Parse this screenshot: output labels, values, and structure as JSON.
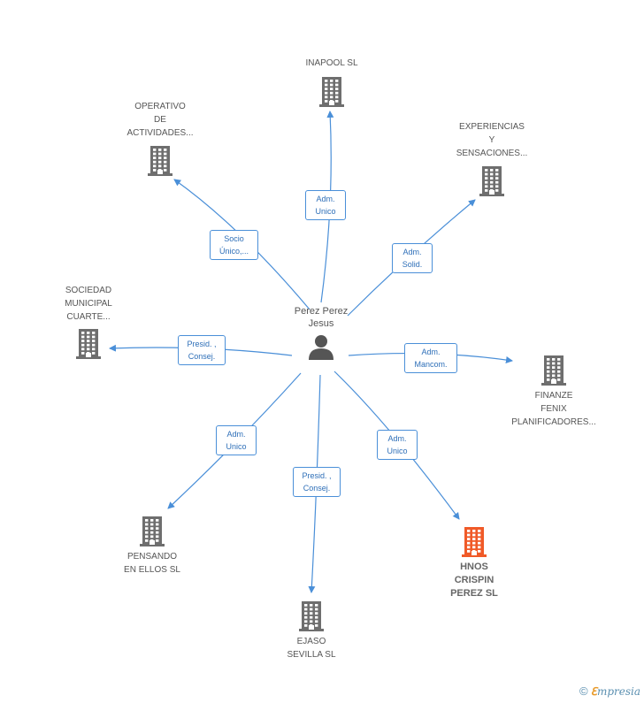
{
  "center": {
    "name": "Perez Perez\nJesus",
    "icon": "person-icon"
  },
  "companies": {
    "inapool": "INAPOOL  SL",
    "operativo": "OPERATIVO\nDE\nACTIVIDADES...",
    "experiencias": "EXPERIENCIAS\nY\nSENSACIONES...",
    "sociedad": "SOCIEDAD\nMUNICIPAL\nCUARTE...",
    "finanze": "FINANZE\nFENIX\nPLANIFICADORES...",
    "pensando": "PENSANDO\nEN ELLOS SL",
    "ejaso": "EJASO\nSEVILLA SL",
    "hnos": "HNOS\nCRISPIN\nPEREZ SL"
  },
  "roles": {
    "inapool": "Adm.\nUnico",
    "operativo": "Socio\nÚnico,...",
    "experiencias": "Adm.\nSolid.",
    "sociedad": "Presid. ,\nConsej.",
    "finanze": "Adm.\nMancom.",
    "pensando": "Adm.\nUnico",
    "ejaso": "Presid. ,\nConsej.",
    "hnos": "Adm.\nUnico"
  },
  "colors": {
    "edge": "#4a8fd8",
    "building": "#6e6e6e",
    "highlight": "#f05a28",
    "person": "#555555"
  },
  "footer": {
    "copyright": "©",
    "brand_e": "ℇ",
    "brand_rest": "mpresia"
  }
}
